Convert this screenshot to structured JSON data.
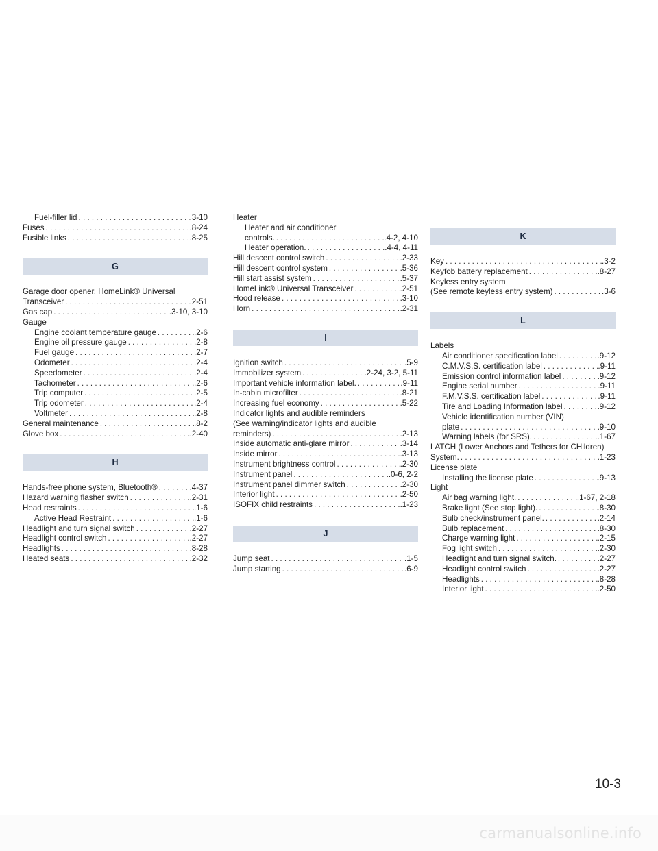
{
  "page_number": "10-3",
  "watermark": "carmanualsonline.info",
  "columns": [
    [
      {
        "indent": 1,
        "text": "Fuel-filler lid",
        "page": ".3-10"
      },
      {
        "indent": 0,
        "text": "Fuses",
        "page": ".8-24"
      },
      {
        "indent": 0,
        "text": "Fusible links",
        "page": ".8-25"
      },
      {
        "section": "G"
      },
      {
        "indent": 0,
        "text": "Garage door opener, HomeLink® Universal"
      },
      {
        "indent": 0,
        "text": "Transceiver",
        "page": ".2-51"
      },
      {
        "indent": 0,
        "text": "Gas cap",
        "page": ".3-10, 3-10"
      },
      {
        "indent": 0,
        "text": "Gauge"
      },
      {
        "indent": 1,
        "text": "Engine coolant temperature gauge",
        "page": ".2-6"
      },
      {
        "indent": 1,
        "text": "Engine oil pressure gauge",
        "page": ".2-8"
      },
      {
        "indent": 1,
        "text": "Fuel gauge",
        "page": ".2-7"
      },
      {
        "indent": 1,
        "text": "Odometer",
        "page": ".2-4"
      },
      {
        "indent": 1,
        "text": "Speedometer",
        "page": ".2-4"
      },
      {
        "indent": 1,
        "text": "Tachometer",
        "page": ".2-6"
      },
      {
        "indent": 1,
        "text": "Trip computer",
        "page": ".2-5"
      },
      {
        "indent": 1,
        "text": "Trip odometer",
        "page": ".2-4"
      },
      {
        "indent": 1,
        "text": "Voltmeter",
        "page": ".2-8"
      },
      {
        "indent": 0,
        "text": "General maintenance",
        "page": ".8-2"
      },
      {
        "indent": 0,
        "text": "Glove box",
        "page": ".2-40"
      },
      {
        "section": "H"
      },
      {
        "indent": 0,
        "text": "Hands-free phone system, Bluetooth®",
        "page": ".4-37"
      },
      {
        "indent": 0,
        "text": "Hazard warning flasher switch",
        "page": ".2-31"
      },
      {
        "indent": 0,
        "text": "Head restraints",
        "page": ".1-6"
      },
      {
        "indent": 1,
        "text": "Active Head Restraint",
        "page": ".1-6"
      },
      {
        "indent": 0,
        "text": "Headlight and turn signal switch",
        "page": ".2-27"
      },
      {
        "indent": 0,
        "text": "Headlight control switch",
        "page": ".2-27"
      },
      {
        "indent": 0,
        "text": "Headlights",
        "page": ".8-28"
      },
      {
        "indent": 0,
        "text": "Heated seats",
        "page": ".2-32"
      }
    ],
    [
      {
        "indent": 0,
        "text": "Heater"
      },
      {
        "indent": 1,
        "text": "Heater and air conditioner"
      },
      {
        "indent": 1,
        "text": "controls.",
        "page": ".4-2, 4-10"
      },
      {
        "indent": 1,
        "text": "Heater operation.",
        "page": ".4-4, 4-11"
      },
      {
        "indent": 0,
        "text": "Hill descent control switch",
        "page": ".2-33"
      },
      {
        "indent": 0,
        "text": "Hill descent control system",
        "page": ".5-36"
      },
      {
        "indent": 0,
        "text": "Hill start assist system",
        "page": ".5-37"
      },
      {
        "indent": 0,
        "text": "HomeLink® Universal Transceiver",
        "page": ".2-51"
      },
      {
        "indent": 0,
        "text": "Hood release",
        "page": ".3-10"
      },
      {
        "indent": 0,
        "text": "Horn",
        "page": ".2-31"
      },
      {
        "section": "I"
      },
      {
        "indent": 0,
        "text": "Ignition switch",
        "page": ".5-9"
      },
      {
        "indent": 0,
        "text": "Immobilizer system",
        "page": ".2-24, 3-2, 5-11"
      },
      {
        "indent": 0,
        "text": "Important vehicle information label.",
        "page": ".9-11"
      },
      {
        "indent": 0,
        "text": "In-cabin microfilter",
        "page": ".8-21"
      },
      {
        "indent": 0,
        "text": "Increasing fuel economy",
        "page": ".5-22"
      },
      {
        "indent": 0,
        "text": "Indicator lights and audible reminders"
      },
      {
        "indent": 0,
        "text": "(See warning/indicator lights and audible"
      },
      {
        "indent": 0,
        "text": "reminders)",
        "page": ".2-13"
      },
      {
        "indent": 0,
        "text": "Inside automatic anti-glare mirror",
        "page": ".3-14"
      },
      {
        "indent": 0,
        "text": "Inside mirror",
        "page": ".3-13"
      },
      {
        "indent": 0,
        "text": "Instrument brightness control",
        "page": ".2-30"
      },
      {
        "indent": 0,
        "text": "Instrument panel",
        "page": ".0-6, 2-2"
      },
      {
        "indent": 0,
        "text": "Instrument panel dimmer switch",
        "page": ".2-30"
      },
      {
        "indent": 0,
        "text": "Interior light",
        "page": ".2-50"
      },
      {
        "indent": 0,
        "text": "ISOFIX child restraints",
        "page": ".1-23"
      },
      {
        "section": "J"
      },
      {
        "indent": 0,
        "text": "Jump seat",
        "page": ".1-5"
      },
      {
        "indent": 0,
        "text": "Jump starting",
        "page": ".6-9"
      }
    ],
    [
      {
        "section": "K"
      },
      {
        "indent": 0,
        "text": "Key",
        "page": ".3-2"
      },
      {
        "indent": 0,
        "text": "Keyfob battery replacement",
        "page": ".8-27"
      },
      {
        "indent": 0,
        "text": "Keyless entry system"
      },
      {
        "indent": 0,
        "text": "(See remote keyless entry system)",
        "page": ".3-6"
      },
      {
        "section": "L"
      },
      {
        "indent": 0,
        "text": "Labels"
      },
      {
        "indent": 1,
        "text": "Air conditioner specification label",
        "page": ".9-12"
      },
      {
        "indent": 1,
        "text": "C.M.V.S.S. certification label",
        "page": ".9-11"
      },
      {
        "indent": 1,
        "text": "Emission control information label",
        "page": ".9-12"
      },
      {
        "indent": 1,
        "text": "Engine serial number",
        "page": ".9-11"
      },
      {
        "indent": 1,
        "text": "F.M.V.S.S. certification label",
        "page": ".9-11"
      },
      {
        "indent": 1,
        "text": "Tire and Loading Information label",
        "page": ".9-12"
      },
      {
        "indent": 1,
        "text": "Vehicle identification number (VIN)"
      },
      {
        "indent": 1,
        "text": "plate",
        "page": ".9-10"
      },
      {
        "indent": 1,
        "text": "Warning labels (for SRS).",
        "page": ".1-67"
      },
      {
        "indent": 0,
        "text": "LATCH (Lower Anchors and Tethers for CHildren)"
      },
      {
        "indent": 0,
        "text": "System.",
        "page": ".1-23"
      },
      {
        "indent": 0,
        "text": "License plate"
      },
      {
        "indent": 1,
        "text": "Installing the license plate",
        "page": ".9-13"
      },
      {
        "indent": 0,
        "text": "Light"
      },
      {
        "indent": 1,
        "text": "Air bag warning light.",
        "page": ".1-67, 2-18"
      },
      {
        "indent": 1,
        "text": "Brake light (See stop light).",
        "page": ".8-30"
      },
      {
        "indent": 1,
        "text": "Bulb check/instrument panel.",
        "page": ".2-14"
      },
      {
        "indent": 1,
        "text": "Bulb replacement",
        "page": ".8-30"
      },
      {
        "indent": 1,
        "text": "Charge warning light",
        "page": ".2-15"
      },
      {
        "indent": 1,
        "text": "Fog light switch",
        "page": ".2-30"
      },
      {
        "indent": 1,
        "text": "Headlight and turn signal switch.",
        "page": ".2-27"
      },
      {
        "indent": 1,
        "text": "Headlight control switch",
        "page": ".2-27"
      },
      {
        "indent": 1,
        "text": "Headlights",
        "page": ".8-28"
      },
      {
        "indent": 1,
        "text": "Interior light",
        "page": ".2-50"
      }
    ]
  ]
}
